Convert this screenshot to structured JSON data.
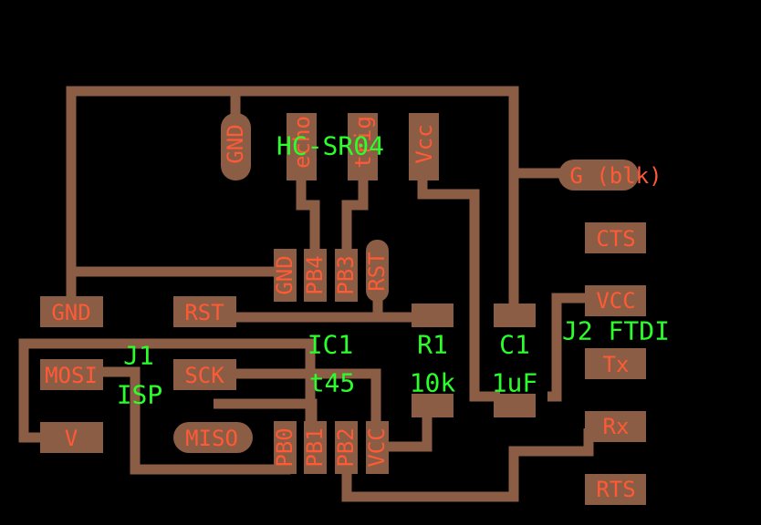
{
  "colors": {
    "background": "#000000",
    "copper": "#8b5d45",
    "pad_label": "#ff5a36",
    "component_label": "#2bff2b"
  },
  "components": {
    "sensor": "HC-SR04",
    "mcu_name": "IC1",
    "mcu_part": "t45",
    "resistor_name": "R1",
    "resistor_value": "10k",
    "capacitor_name": "C1",
    "capacitor_value": "1uF",
    "isp_name": "J1",
    "isp_label": "ISP",
    "ftdi_label": "J2 FTDI"
  },
  "sensor_pins": {
    "gnd": "GND",
    "echo": "echo",
    "trig": "trig",
    "vcc": "Vcc"
  },
  "mcu_pins": {
    "top": [
      "GND",
      "PB4",
      "PB3",
      "RST"
    ],
    "bottom": [
      "PB0",
      "PB1",
      "PB2",
      "VCC"
    ]
  },
  "isp_pins": {
    "gnd": "GND",
    "rst": "RST",
    "mosi": "MOSI",
    "sck": "SCK",
    "v": "V",
    "miso": "MISO"
  },
  "ftdi_pins": {
    "g": "G (blk)",
    "cts": "CTS",
    "vcc": "VCC",
    "tx": "Tx",
    "rx": "Rx",
    "rts": "RTS"
  }
}
